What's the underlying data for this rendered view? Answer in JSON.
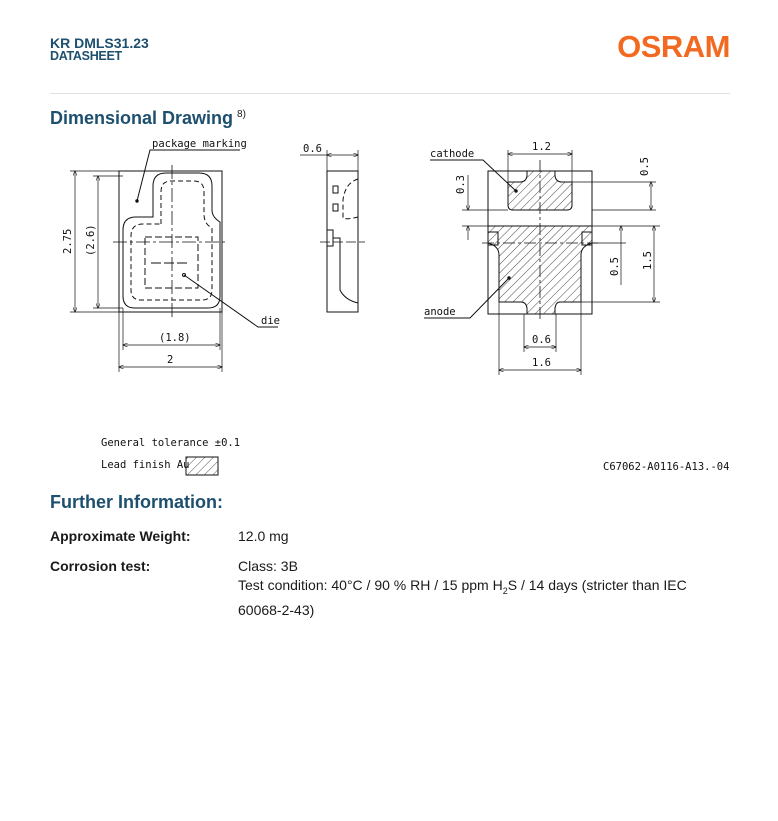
{
  "header": {
    "product": "KR DMLS31.23",
    "doc_type": "DATASHEET",
    "logo": "OSRAM"
  },
  "dimensional_drawing": {
    "title": "Dimensional Drawing",
    "footnote": "8)",
    "labels": {
      "package_marking": "package marking",
      "die": "die",
      "cathode": "cathode",
      "anode": "anode"
    },
    "dimensions": {
      "height": "2.75",
      "inner_height": "(2.6)",
      "inner_width": "(1.8)",
      "width": "2",
      "side_thickness": "0.6",
      "cathode_width": "1.2",
      "top_gap": "0.5",
      "pad_gap": "0.3",
      "anode_step": "0.5",
      "anode_height": "1.5",
      "anode_tab": "0.6",
      "anode_width": "1.6"
    },
    "general_tolerance": "General tolerance ±0.1",
    "lead_finish": "Lead finish Au",
    "drawing_number": "C67062-A0116-A13.-04"
  },
  "further_information": {
    "title": "Further Information:",
    "weight_label": "Approximate Weight:",
    "weight_value": "12.0 mg",
    "corrosion_label": "Corrosion test:",
    "corrosion_class": "Class: 3B",
    "corrosion_condition_pre": "Test condition: 40°C / 90 % RH / 15 ppm H",
    "corrosion_condition_sub": "2",
    "corrosion_condition_post": "S / 14 days (stricter than IEC 60068-2-43)"
  },
  "colors": {
    "brand": "#f26a21",
    "heading": "#1d4f6e"
  }
}
